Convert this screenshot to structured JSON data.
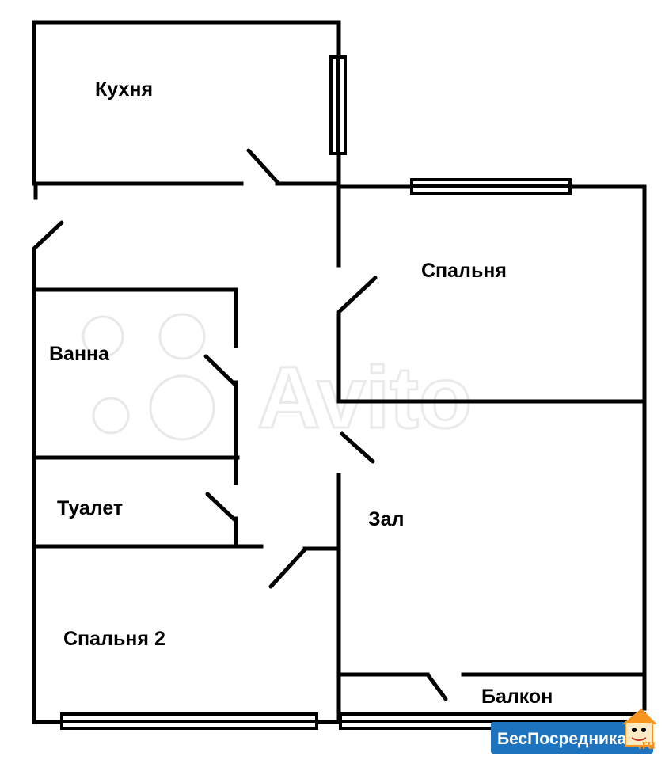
{
  "rooms": {
    "kitchen": "Кухня",
    "bedroom": "Спальня",
    "bath": "Ванна",
    "toilet": "Туалет",
    "hall": "Зал",
    "bedroom2": "Спальня 2",
    "balcony": "Балкон"
  },
  "watermark": {
    "text": "Avito",
    "logo_icon": "avito-dots-icon"
  },
  "badge": {
    "text": "БесПосредника",
    "suffix": ".ru",
    "mascot_icon": "house-mascot-icon",
    "bg_color": "#1e73be",
    "accent_color": "#f7941d"
  },
  "colors": {
    "wall": "#000000",
    "background": "#ffffff"
  }
}
